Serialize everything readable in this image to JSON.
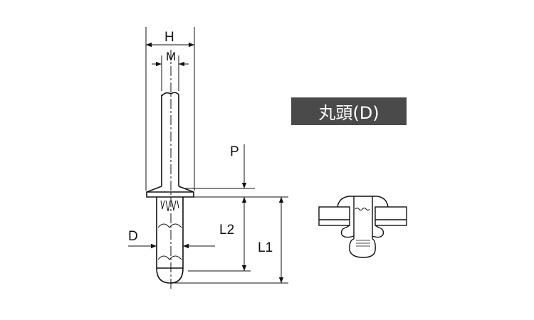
{
  "title_badge": "丸頭(D)",
  "labels": {
    "H": "H",
    "M": "M",
    "P": "P",
    "L2": "L2",
    "L1": "L1",
    "D": "D"
  },
  "colors": {
    "badge_bg": "#4a4a4a",
    "line": "#111111"
  }
}
